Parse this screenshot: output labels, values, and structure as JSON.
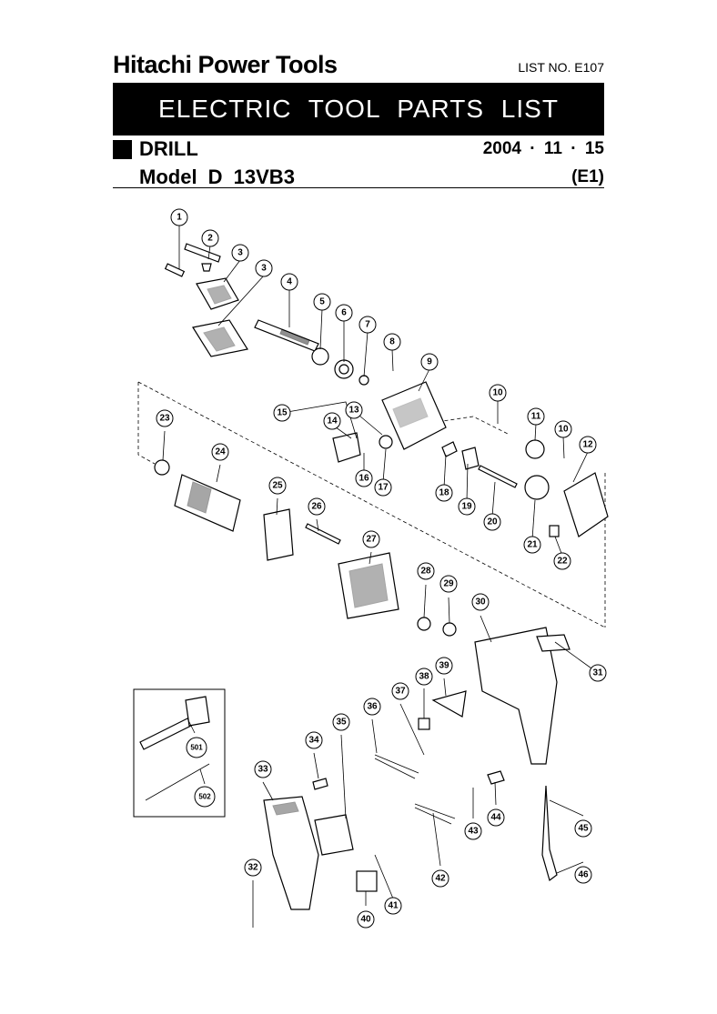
{
  "header": {
    "brand": "Hitachi Power Tools",
    "list_no": "LIST NO. E107",
    "banner": "ELECTRIC TOOL PARTS LIST",
    "category": "DRILL",
    "date": "2004 · 11 · 15",
    "model": "Model D 13VB3",
    "edition": "(E1)"
  },
  "callouts": [
    "1",
    "2",
    "3",
    "3",
    "4",
    "5",
    "6",
    "7",
    "8",
    "9",
    "10",
    "10",
    "11",
    "12",
    "13",
    "14",
    "15",
    "16",
    "17",
    "18",
    "19",
    "20",
    "21",
    "22",
    "23",
    "24",
    "25",
    "26",
    "27",
    "28",
    "29",
    "30",
    "31",
    "32",
    "33",
    "34",
    "35",
    "36",
    "37",
    "38",
    "39",
    "40",
    "41",
    "42",
    "43",
    "44",
    "45",
    "46",
    "501",
    "502"
  ]
}
